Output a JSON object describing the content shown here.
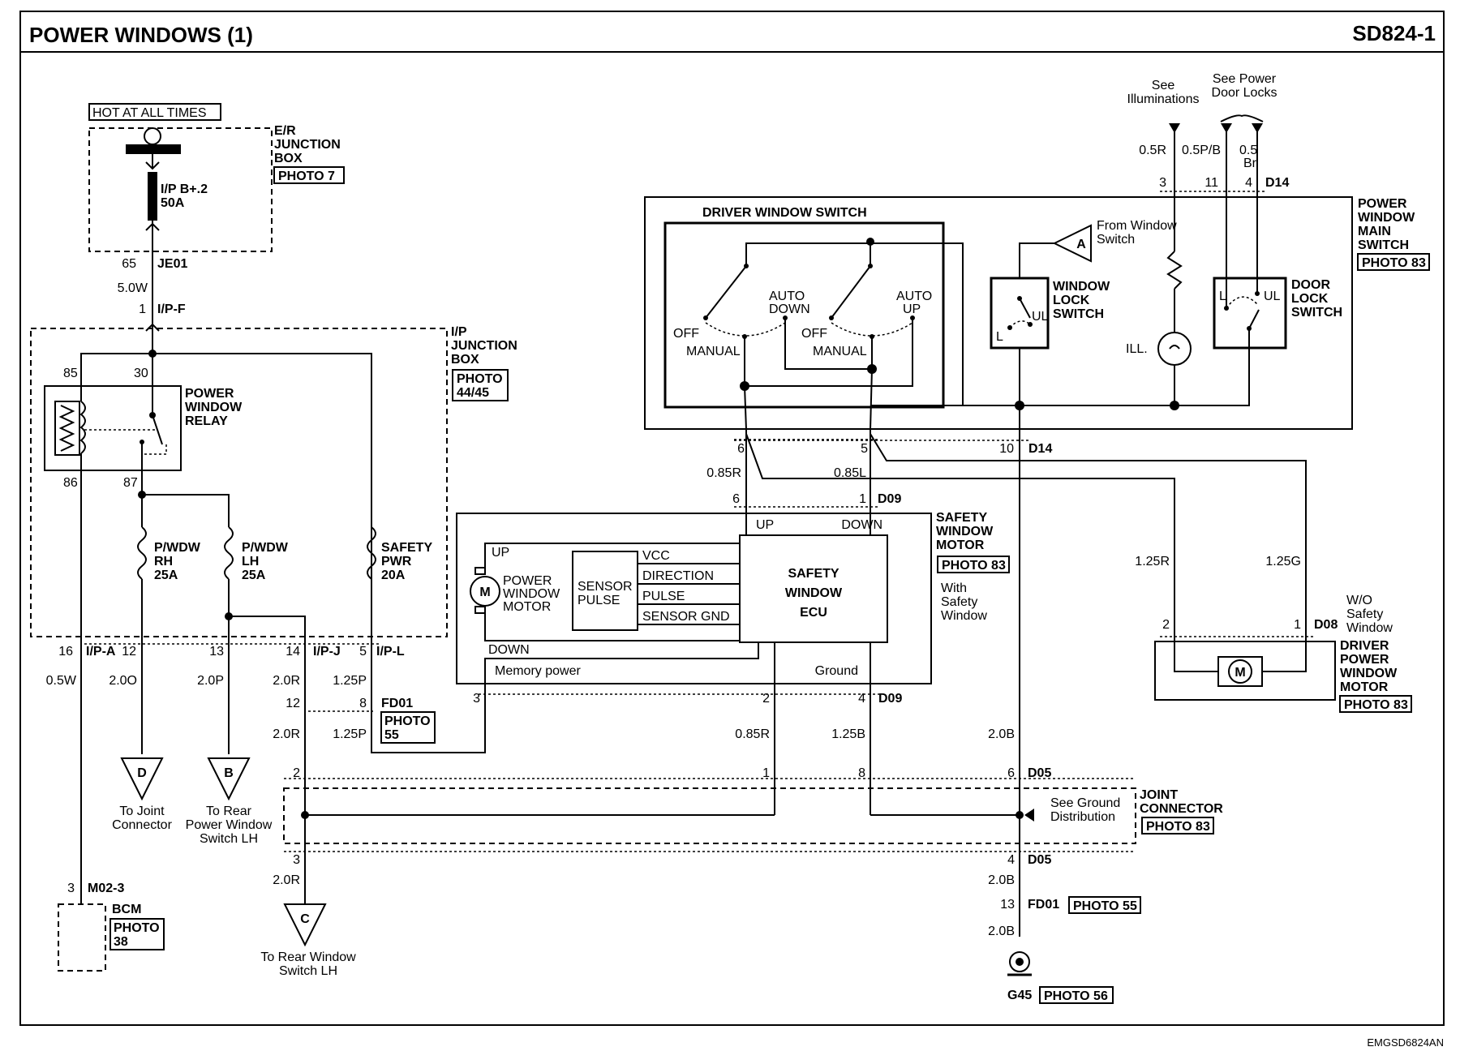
{
  "header": {
    "title": "POWER WINDOWS (1)",
    "code": "SD824-1"
  },
  "footer_code": "EMGSD6824AN",
  "hot": "HOT AT ALL TIMES",
  "er_box": {
    "l1": "E/R",
    "l2": "JUNCTION",
    "l3": "BOX",
    "photo": "PHOTO 7"
  },
  "fuse_ip": {
    "l1": "I/P B+.2",
    "l2": "50A"
  },
  "conn": {
    "je01": "JE01",
    "je01_pin": "65",
    "ipf": "I/P-F",
    "ipf_pin": "1",
    "r85": "85",
    "r30": "30",
    "r86": "86",
    "r87": "87",
    "ipa": "I/P-A",
    "ipa_pin": "16",
    "ip12": "12",
    "ip13": "13",
    "ipj": "I/P-J",
    "ipj_pin": "14",
    "ipl": "I/P-L",
    "ipl_pin": "5",
    "fd01": "FD01",
    "fd01_12": "12",
    "fd01_8": "8",
    "m02": "M02-3",
    "m02_pin": "3",
    "jc2": "2",
    "jc3": "3",
    "jc1": "1",
    "jc8": "8",
    "jc6": "6",
    "jc4": "4",
    "d05": "D05",
    "d05b": "D05",
    "fd01b": "FD01",
    "fd01b_pin": "13",
    "d14t": "D14",
    "d14_3": "3",
    "d14_11": "11",
    "d14_4": "4",
    "d14b": "D14",
    "d14b_6": "6",
    "d14b_5": "5",
    "d14b_10": "10",
    "d09t": "D09",
    "d09_6": "6",
    "d09_1": "1",
    "d09b": "D09",
    "d09_3": "3",
    "d09_2": "2",
    "d09_4": "4",
    "d08": "D08",
    "d08_2": "2",
    "d08_1": "1"
  },
  "wires": {
    "w50w": "5.0W",
    "w05w": "0.5W",
    "w20o": "2.0O",
    "w20p": "2.0P",
    "w20r_a": "2.0R",
    "w125p_a": "1.25P",
    "w20r_b": "2.0R",
    "w125p_b": "1.25P",
    "w20r_c": "2.0R",
    "w085r_a": "0.85R",
    "w085l": "0.85L",
    "w085r_b": "0.85R",
    "w125b": "1.25B",
    "w20b_a": "2.0B",
    "w20b_b": "2.0B",
    "w20b_c": "2.0B",
    "w125r": "1.25R",
    "w125g": "1.25G",
    "w05r": "0.5R",
    "w05pb": "0.5P/B",
    "w05br1": "0.5",
    "w05br2": "Br"
  },
  "ip_box": {
    "l1": "I/P",
    "l2": "JUNCTION",
    "l3": "BOX",
    "photo1": "PHOTO",
    "photo2": "44/45"
  },
  "relay": {
    "l1": "POWER",
    "l2": "WINDOW",
    "l3": "RELAY"
  },
  "fuses": {
    "rh": {
      "l1": "P/WDW",
      "l2": "RH",
      "l3": "25A"
    },
    "lh": {
      "l1": "P/WDW",
      "l2": "LH",
      "l3": "25A"
    },
    "sp": {
      "l1": "SAFETY",
      "l2": "PWR",
      "l3": "20A"
    }
  },
  "photo55a": {
    "l1": "PHOTO",
    "l2": "55"
  },
  "refs": {
    "d": {
      "letter": "D",
      "l1": "To Joint",
      "l2": "Connector"
    },
    "b": {
      "letter": "B",
      "l1": "To Rear",
      "l2": "Power Window",
      "l3": "Switch LH"
    },
    "c": {
      "letter": "C",
      "l1": "To Rear Window",
      "l2": "Switch LH"
    },
    "a": {
      "letter": "A",
      "l1": "From Window",
      "l2": "Switch"
    }
  },
  "bcm": {
    "label": "BCM",
    "photo1": "PHOTO",
    "photo2": "38"
  },
  "joint": {
    "l1": "JOINT",
    "l2": "CONNECTOR",
    "photo": "PHOTO 83",
    "sg1": "See Ground",
    "sg2": "Distribution"
  },
  "ground": {
    "label": "G45",
    "photo": "PHOTO 56",
    "fd_photo": "PHOTO 55"
  },
  "safety_motor": {
    "l1": "SAFETY",
    "l2": "WINDOW",
    "l3": "MOTOR",
    "photo": "PHOTO 83",
    "with1": "With",
    "with2": "Safety",
    "with3": "Window",
    "up": "UP",
    "down": "DOWN",
    "up2": "UP",
    "down2": "DOWN",
    "pwm1": "POWER",
    "pwm2": "WINDOW",
    "pwm3": "MOTOR",
    "sensor1": "SENSOR",
    "sensor2": "PULSE",
    "vcc": "VCC",
    "direction": "DIRECTION",
    "pulse": "PULSE",
    "sgnd": "SENSOR GND",
    "ecu1": "SAFETY",
    "ecu2": "WINDOW",
    "ecu3": "ECU",
    "mem": "Memory power",
    "gnd": "Ground"
  },
  "main_switch": {
    "l1": "POWER",
    "l2": "WINDOW",
    "l3": "MAIN",
    "l4": "SWITCH",
    "photo": "PHOTO 83",
    "dws": "DRIVER WINDOW SWITCH",
    "auto_down1": "AUTO",
    "auto_down2": "DOWN",
    "auto_up1": "AUTO",
    "auto_up2": "UP",
    "off1": "OFF",
    "off2": "OFF",
    "man1": "MANUAL",
    "man2": "MANUAL",
    "wls1": "WINDOW",
    "wls2": "LOCK",
    "wls3": "SWITCH",
    "dls1": "DOOR",
    "dls2": "LOCK",
    "dls3": "SWITCH",
    "ul1": "UL",
    "ul2": "UL",
    "l_a": "L",
    "l_b": "L",
    "ill": "ILL."
  },
  "top_refs": {
    "illum1": "See",
    "illum2": "Illuminations",
    "pdl1": "See Power",
    "pdl2": "Door Locks"
  },
  "driver_motor": {
    "l1": "DRIVER",
    "l2": "POWER",
    "l3": "WINDOW",
    "l4": "MOTOR",
    "photo": "PHOTO 83",
    "wo1": "W/O",
    "wo2": "Safety",
    "wo3": "Window"
  }
}
